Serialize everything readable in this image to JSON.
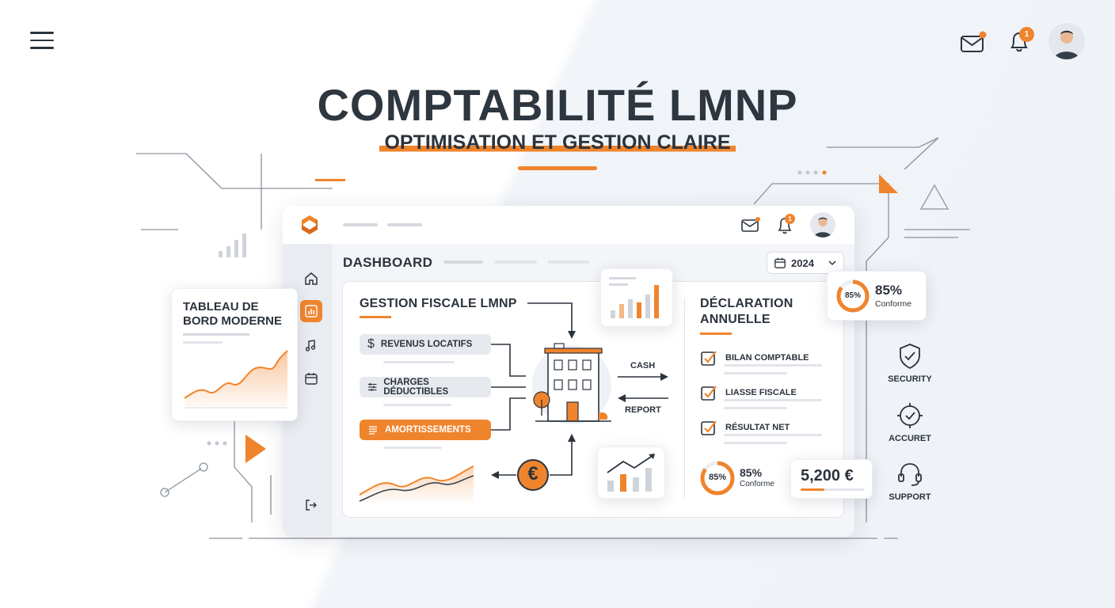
{
  "topbar": {
    "menu_icon": "hamburger-icon",
    "mail_icon": "mail-icon",
    "bell_icon": "bell-icon",
    "notification_count": "1",
    "avatar_icon": "user-avatar"
  },
  "hero": {
    "title": "COMPTABILITÉ LMNP",
    "subtitle": "OPTIMISATION ET GESTION CLAIRE"
  },
  "colors": {
    "accent": "#f0842c",
    "text": "#2b333d",
    "panel": "#ffffff"
  },
  "dashboard": {
    "title": "DASHBOARD",
    "year": "2024",
    "notification_count": "1",
    "sidebar_icons": [
      "home-icon",
      "chart-icon",
      "music-note-icon",
      "calendar-icon",
      "logout-icon"
    ]
  },
  "tableau_card": {
    "title_line1": "TABLEAU DE",
    "title_line2": "BORD MODERNE"
  },
  "gestion": {
    "title": "GESTION FISCALE LMNP",
    "items": [
      {
        "label": "REVENUS LOCATIFS",
        "icon": "dollar-icon"
      },
      {
        "label": "CHARGES DÉDUCTIBLES",
        "icon": "sliders-icon"
      },
      {
        "label": "AMORTISSEMENTS",
        "icon": "list-icon"
      }
    ],
    "flow_cash": "CASH",
    "flow_report": "REPORT",
    "euro_symbol": "€"
  },
  "declaration": {
    "title_line1": "DÉCLARATION",
    "title_line2": "ANNUELLE",
    "items": [
      "BILAN COMPTABLE",
      "LIASSE FISCALE",
      "RÉSULTAT NET"
    ],
    "gauge_value": "85%",
    "gauge_percent_label": "85%",
    "gauge_caption": "Conforme",
    "amount": "5,200 €"
  },
  "conformity_card": {
    "gauge_value": "85%",
    "percent_label": "85%",
    "caption": "Conforme"
  },
  "side_features": [
    {
      "label": "SECURITY",
      "icon": "shield-check-icon"
    },
    {
      "label": "ACCURET",
      "icon": "target-check-icon"
    },
    {
      "label": "SUPPORT",
      "icon": "headset-icon"
    }
  ]
}
